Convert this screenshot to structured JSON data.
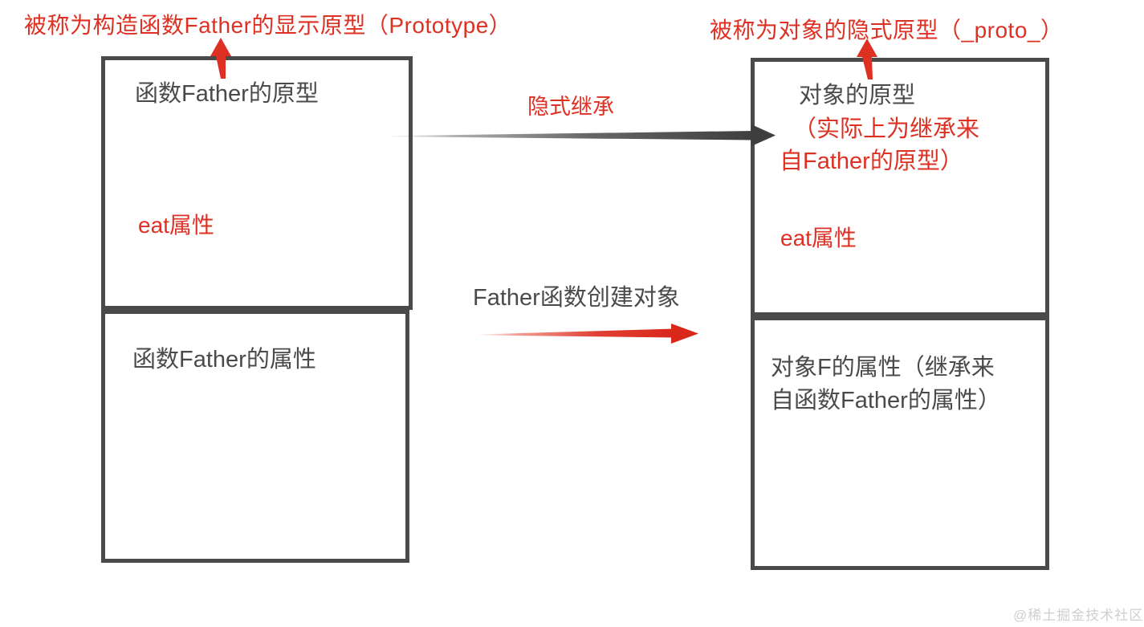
{
  "page": {
    "background": "#ffffff",
    "accent_red": "#DE3023",
    "accent_gray": "#4A4A4A"
  },
  "annotations": {
    "left_top_label": "被称为构造函数Father的显示原型（Prototype）",
    "right_top_label": "被称为对象的隐式原型（_proto_）"
  },
  "left_column": {
    "prototype_box": {
      "title": "函数Father的原型",
      "property": "eat属性"
    },
    "properties_box": {
      "title": "函数Father的属性"
    }
  },
  "right_column": {
    "prototype_box": {
      "title": "对象的原型",
      "note_line1": "（实际上为继承来",
      "note_line2": "自Father的原型）",
      "property": "eat属性"
    },
    "properties_box": {
      "title_line1": "对象F的属性（继承来",
      "title_line2": "自函数Father的属性）"
    }
  },
  "edges": {
    "implicit_inheritance": "隐式继承",
    "father_creates_object": "Father函数创建对象"
  },
  "icons": {
    "left_pointer": "arrow-up-icon",
    "right_pointer": "arrow-up-icon",
    "inheritance_arrow": "arrow-right-icon",
    "creation_arrow": "arrow-right-icon"
  },
  "watermark": {
    "text": "@稀土掘金技术社区"
  }
}
